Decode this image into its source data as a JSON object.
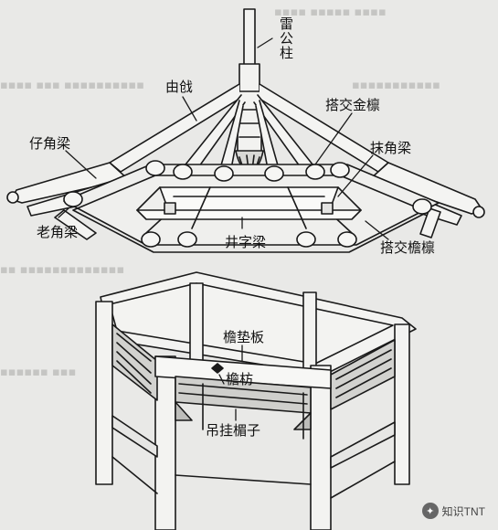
{
  "labels": {
    "leigongzhu": "雷公柱",
    "youxi": "由戗",
    "dajiaojinlin": "搭交金檩",
    "zijiaoliang": "仔角梁",
    "mojiaoliang": "抹角梁",
    "laojiaoliang": "老角梁",
    "jingziliang": "井字梁",
    "dajiaoyanlin": "搭交檐檩",
    "yandianban": "檐垫板",
    "yanfang": "檐枋",
    "diaoguamaozi": "吊挂楣子"
  },
  "watermark": {
    "text": "知识TNT",
    "icon": "wechat-icon"
  },
  "colors": {
    "background": "#e9e9e7",
    "ink": "#1a1a1a"
  }
}
